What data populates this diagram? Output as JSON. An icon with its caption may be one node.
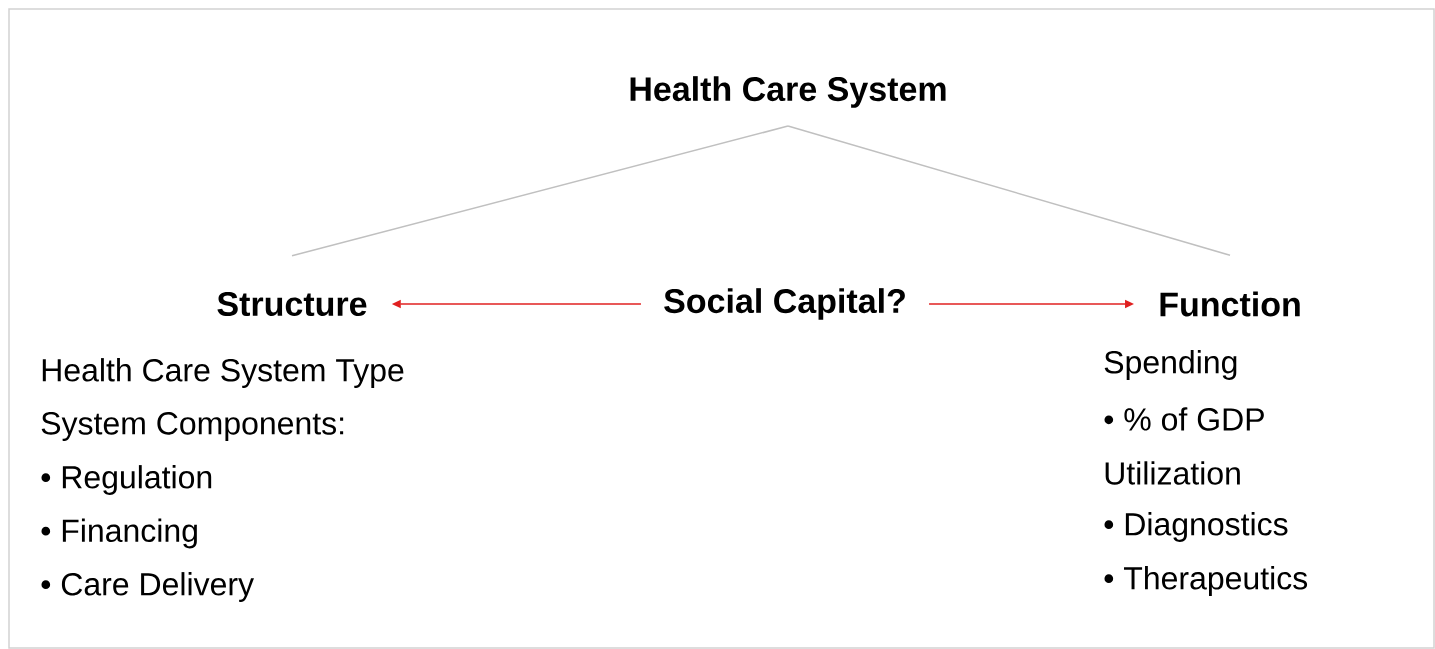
{
  "diagram": {
    "nodes": [
      {
        "text": [
          "Health Care System"
        ]
      },
      {
        "text": [
          "Structure"
        ],
        "beside": [
          "Health Care System Type",
          "System Components:",
          "• Regulation",
          "• Financing",
          "• Care Delivery"
        ]
      },
      {
        "text": [
          "Social Capital?"
        ]
      },
      {
        "text": [
          "Function"
        ],
        "beside": [
          "Spending",
          "• % of GDP",
          "Utilization",
          "• Diagnostics",
          "• Therapeutics"
        ]
      }
    ],
    "edges": [
      {
        "from": 0,
        "to": 1,
        "arrow": "none"
      },
      {
        "from": 0,
        "to": 3,
        "arrow": "none"
      },
      {
        "from": 2,
        "to": 1,
        "arrow": "to",
        "color": "#e02020"
      },
      {
        "from": 2,
        "to": 3,
        "arrow": "to",
        "color": "#e02020"
      }
    ]
  }
}
